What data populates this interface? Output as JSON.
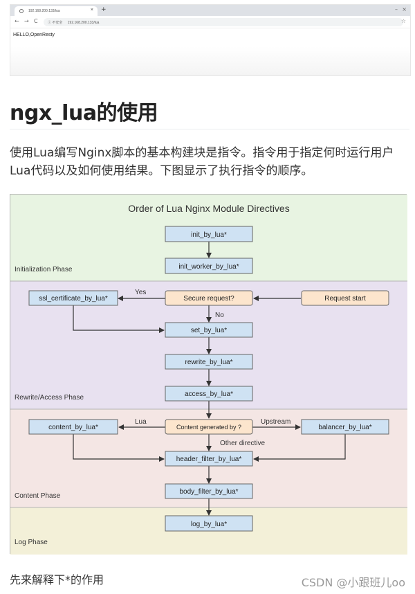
{
  "browser": {
    "tab_title": "192.168.200.133/lua",
    "tab_close": "×",
    "new_tab": "+",
    "window_min": "–",
    "window_close": "×",
    "nav_back": "←",
    "nav_forward": "→",
    "nav_reload": "C",
    "security_label": "ⓘ 不安全",
    "url": "192.168.200.133/lua",
    "star": "☆",
    "page_text": "HELLO,OpenResty"
  },
  "article": {
    "title": "ngx_lua的使用",
    "paragraph": "使用Lua编写Nginx脚本的基本构建块是指令。指令用于指定何时运行用户Lua代码以及如何使用结果。下图显示了执行指令的顺序。",
    "footer": "先来解释下*的作用",
    "watermark": "CSDN @小跟班儿oo"
  },
  "diagram": {
    "title": "Order of Lua Nginx Module Directives",
    "phases": {
      "init": "Initialization Phase",
      "rewrite": "Rewrite/Access Phase",
      "content": "Content Phase",
      "log": "Log Phase"
    },
    "nodes": {
      "init_by_lua": "init_by_lua*",
      "init_worker_by_lua": "init_worker_by_lua*",
      "ssl_certificate_by_lua": "ssl_certificate_by_lua*",
      "secure_request": "Secure request?",
      "request_start": "Request start",
      "set_by_lua": "set_by_lua*",
      "rewrite_by_lua": "rewrite_by_lua*",
      "access_by_lua": "access_by_lua*",
      "content_by_lua": "content_by_lua*",
      "content_generated_by": "Content generated by ?",
      "balancer_by_lua": "balancer_by_lua*",
      "header_filter_by_lua": "header_filter_by_lua*",
      "body_filter_by_lua": "body_filter_by_lua*",
      "log_by_lua": "log_by_lua*"
    },
    "edge_labels": {
      "yes": "Yes",
      "no": "No",
      "lua": "Lua",
      "upstream": "Upstream",
      "other_directive": "Other directive"
    },
    "colors": {
      "init_bg": "#e8f4e2",
      "rewrite_bg": "#e8e1f0",
      "content_bg": "#f4e6e4",
      "log_bg": "#f3f0d8",
      "node_blue": "#cfe2f3",
      "node_orange": "#fce5cd"
    }
  }
}
